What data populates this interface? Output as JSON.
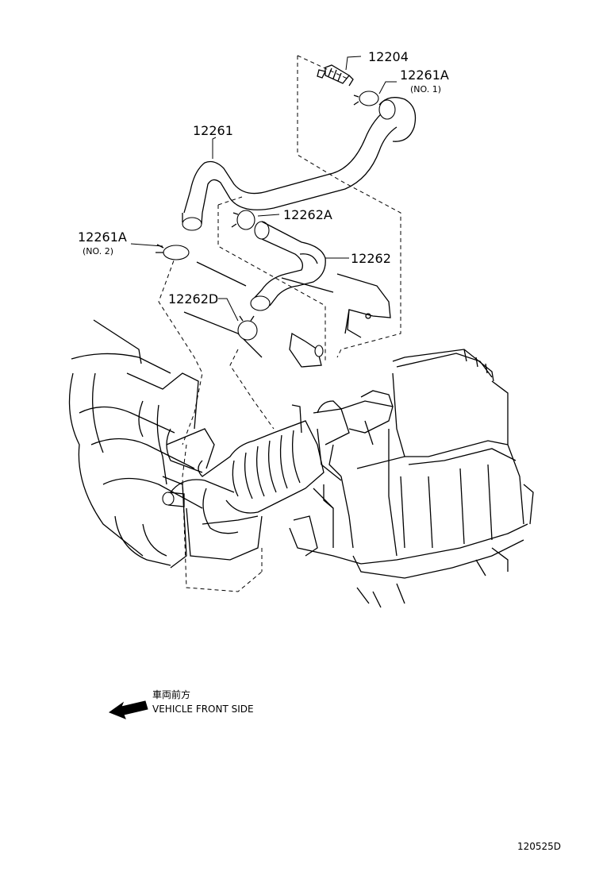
{
  "parts": [
    {
      "id": "p12204",
      "number": "12204",
      "sub": ""
    },
    {
      "id": "p12261A_1",
      "number": "12261A",
      "sub": "(NO. 1)"
    },
    {
      "id": "p12261",
      "number": "12261",
      "sub": ""
    },
    {
      "id": "p12262A",
      "number": "12262A",
      "sub": ""
    },
    {
      "id": "p12261A_2",
      "number": "12261A",
      "sub": "(NO. 2)"
    },
    {
      "id": "p12262",
      "number": "12262",
      "sub": ""
    },
    {
      "id": "p12262D",
      "number": "12262D",
      "sub": ""
    }
  ],
  "orientation": {
    "jp": "車両前方",
    "en": "VEHICLE FRONT SIDE",
    "icon": "arrow-left-icon"
  },
  "drawing_code": "120525D"
}
